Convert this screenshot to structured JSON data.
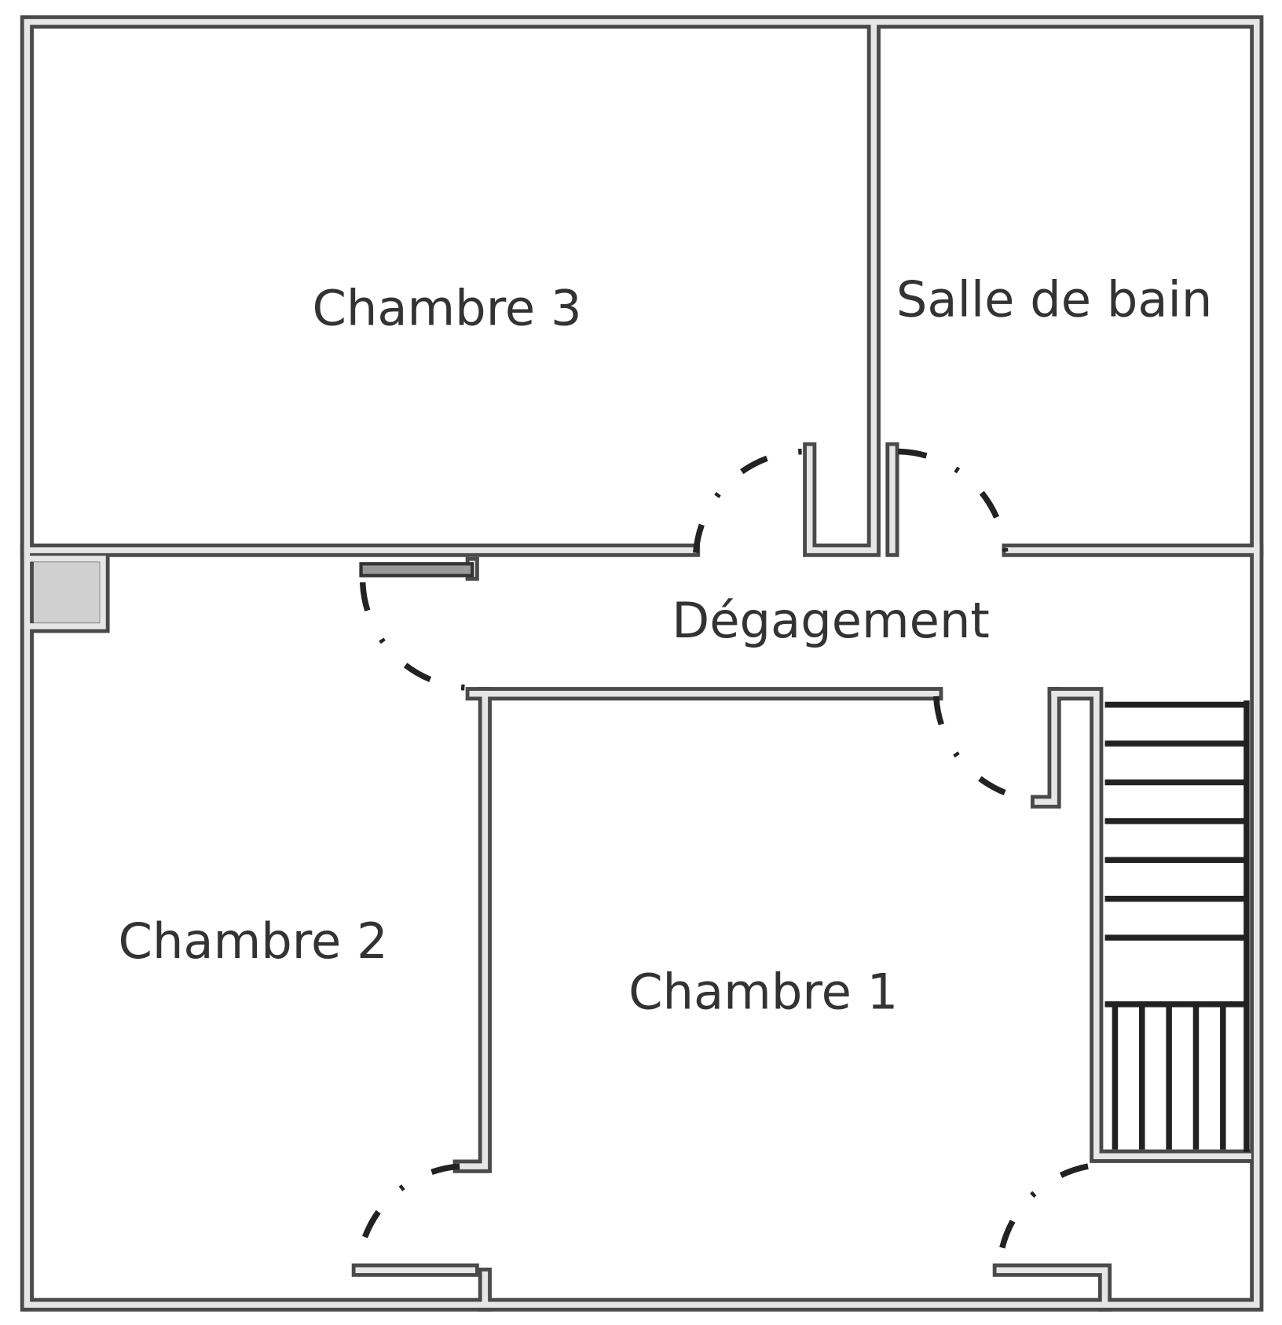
{
  "rooms": {
    "chambre3": "Chambre 3",
    "salle_de_bain": "Salle de bain",
    "degagement": "Dégagement",
    "chambre2": "Chambre 2",
    "chambre1": "Chambre 1"
  }
}
